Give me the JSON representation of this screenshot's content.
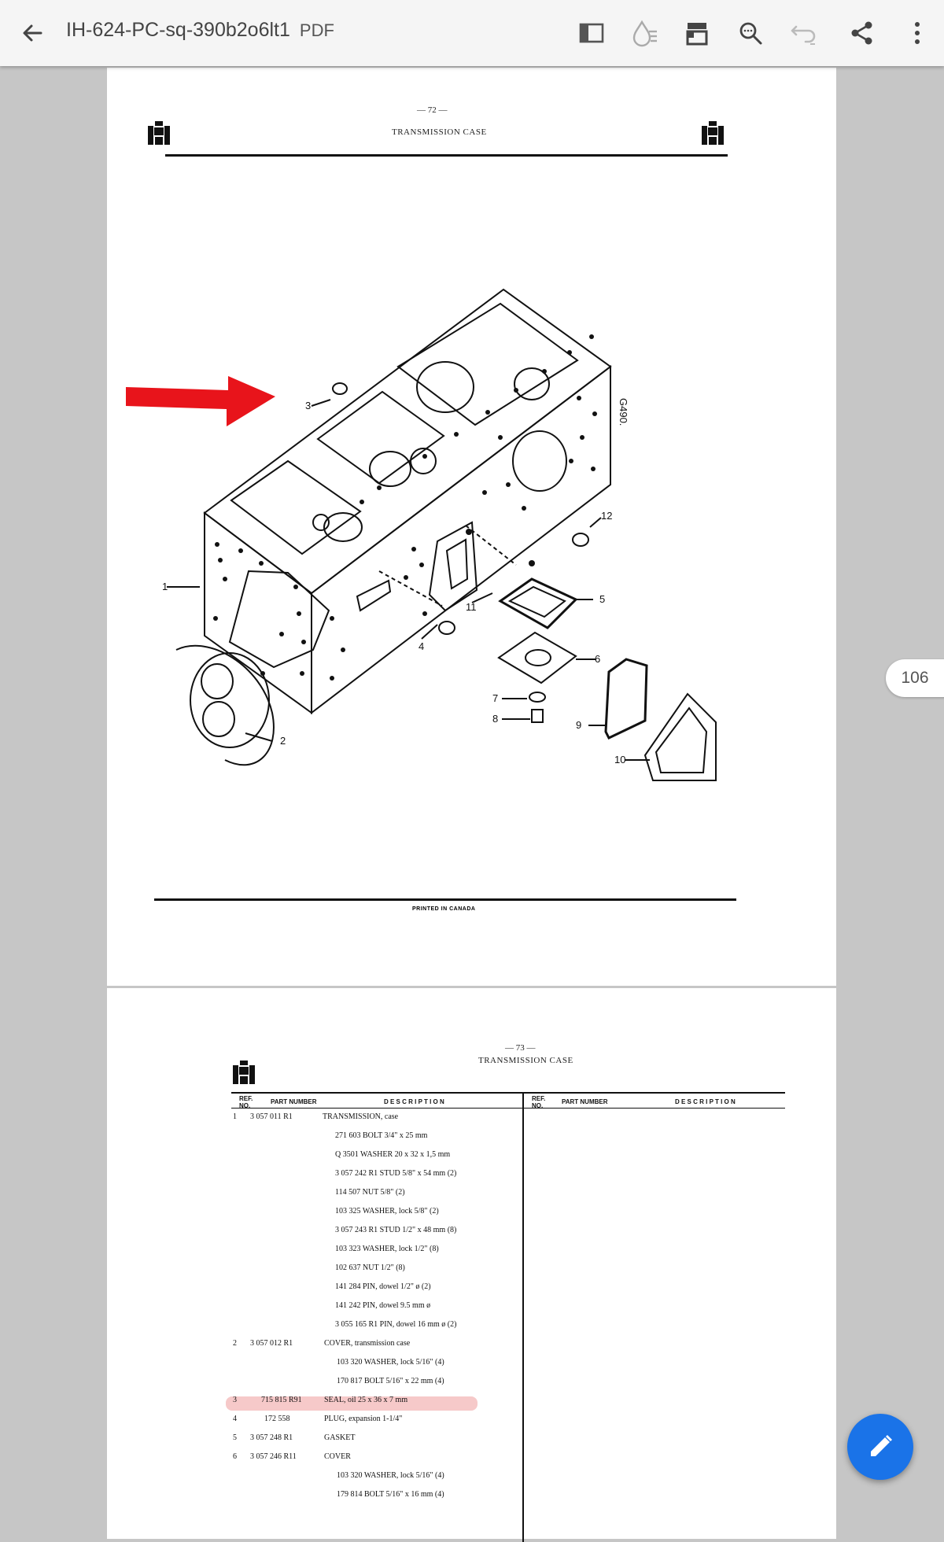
{
  "topbar": {
    "title": "IH-624-PC-sq-390b2o6lt1",
    "file_type": "PDF"
  },
  "page1": {
    "page_number": "— 72 —",
    "title": "TRANSMISSION CASE",
    "footer": "PRINTED IN CANADA",
    "figure_code": "G490.",
    "callouts": [
      "1",
      "2",
      "3",
      "4",
      "5",
      "6",
      "7",
      "8",
      "9",
      "10",
      "11",
      "12"
    ]
  },
  "page2": {
    "page_number": "— 73 —",
    "title": "TRANSMISSION CASE",
    "headers": {
      "ref": "REF. NO.",
      "part_number": "PART NUMBER",
      "description": "D E S C R I P T I O N"
    },
    "rows": [
      {
        "ref": "1",
        "part": "3 057 011 R1",
        "desc": "TRANSMISSION, case"
      },
      {
        "ref": "",
        "part": "",
        "desc": "271 603  BOLT 3/4\" x 25 mm"
      },
      {
        "ref": "",
        "part": "",
        "desc": "Q 3501  WASHER 20 x 32 x 1,5 mm"
      },
      {
        "ref": "",
        "part": "",
        "desc": "3 057 242  R1  STUD 5/8\" x 54 mm (2)"
      },
      {
        "ref": "",
        "part": "",
        "desc": "114 507  NUT 5/8\" (2)"
      },
      {
        "ref": "",
        "part": "",
        "desc": "103 325  WASHER, lock 5/8\" (2)"
      },
      {
        "ref": "",
        "part": "",
        "desc": "3 057 243  R1  STUD 1/2\" x 48 mm (8)"
      },
      {
        "ref": "",
        "part": "",
        "desc": "103 323  WASHER, lock 1/2\" (8)"
      },
      {
        "ref": "",
        "part": "",
        "desc": "102 637  NUT 1/2\" (8)"
      },
      {
        "ref": "",
        "part": "",
        "desc": "141 284  PIN, dowel 1/2\" ø (2)"
      },
      {
        "ref": "",
        "part": "",
        "desc": "141 242  PIN, dowel 9.5 mm ø"
      },
      {
        "ref": "",
        "part": "",
        "desc": "3 055 165  R1  PIN, dowel 16 mm ø (2)"
      },
      {
        "ref": "2",
        "part": "3 057 012 R1",
        "desc": "COVER, transmission case"
      },
      {
        "ref": "",
        "part": "",
        "desc": "103 320  WASHER, lock 5/16\" (4)"
      },
      {
        "ref": "",
        "part": "",
        "desc": "170 817  BOLT 5/16\" x 22 mm (4)"
      },
      {
        "ref": "3",
        "part": "715 815 R91",
        "desc": "SEAL, oil 25 x 36 x 7 mm"
      },
      {
        "ref": "4",
        "part": "172 558",
        "desc": "PLUG, expansion 1-1/4\""
      },
      {
        "ref": "5",
        "part": "3 057 248 R1",
        "desc": "GASKET"
      },
      {
        "ref": "6",
        "part": "3 057 246 R11",
        "desc": "COVER"
      },
      {
        "ref": "",
        "part": "",
        "desc": "103 320  WASHER, lock 5/16\" (4)"
      },
      {
        "ref": "",
        "part": "",
        "desc": "179 814  BOLT 5/16\" x 16 mm (4)"
      }
    ]
  },
  "page_indicator": "106",
  "colors": {
    "arrow": "#e8141b",
    "highlight": "#f6c9c9",
    "fab": "#1a73e8",
    "toolbar": "#f5f5f5",
    "background": "#c6c6c6"
  },
  "icons": [
    "back-arrow-icon",
    "reflow-view-icon",
    "ink-drop-icon",
    "pages-icon",
    "search-icon",
    "undo-icon",
    "share-icon",
    "more-vert-icon",
    "edit-pencil-icon"
  ]
}
